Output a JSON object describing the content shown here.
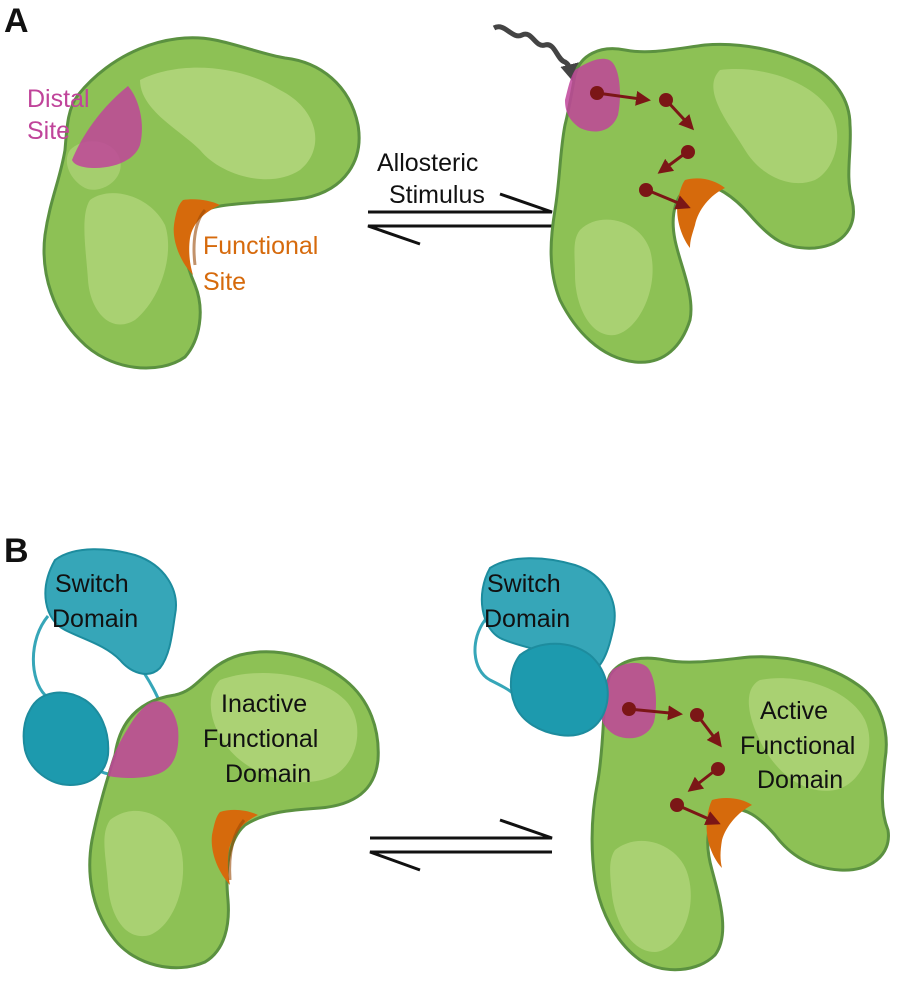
{
  "panels": [
    {
      "letter": "A",
      "labels": {
        "distal": [
          "Distal",
          "Site"
        ],
        "functional": [
          "Functional",
          "Site"
        ],
        "stimulus": [
          "Allosteric",
          "Stimulus"
        ]
      }
    },
    {
      "letter": "B",
      "labels": {
        "switch_left": [
          "Switch",
          "Domain"
        ],
        "inactive": [
          "Inactive",
          "Functional",
          "Domain"
        ],
        "switch_right": [
          "Switch",
          "Domain"
        ],
        "active": [
          "Active",
          "Functional",
          "Domain"
        ]
      }
    }
  ],
  "colors": {
    "protein_fill": "#8dc155",
    "protein_light": "#b5d77f",
    "protein_edge": "#5b9140",
    "distal_site": "#c0449a",
    "functional_site": "#d66a0c",
    "switch_domain": "#36a6b8",
    "switch_domain_dark": "#1d8c9e",
    "signal_path": "#7b1616",
    "arrow": "#111111"
  }
}
